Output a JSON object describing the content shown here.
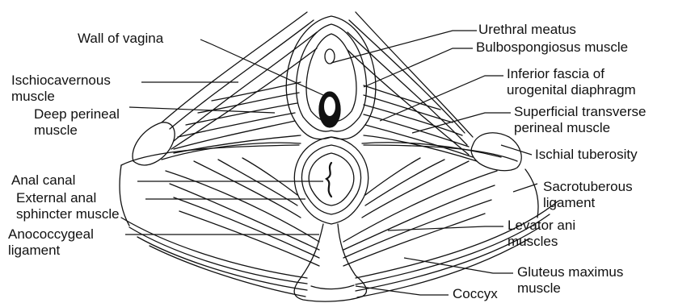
{
  "labels": {
    "wall_of_vagina": "Wall of vagina",
    "ischiocavernous": [
      "Ischiocavernous",
      "muscle"
    ],
    "deep_perineal": [
      "Deep perineal",
      "muscle"
    ],
    "anal_canal": "Anal canal",
    "external_anal": [
      "External anal",
      "sphincter muscle"
    ],
    "anococcygeal": [
      "Anococcygeal",
      "ligament"
    ],
    "urethral_meatus": "Urethral meatus",
    "bulbospongiosus": "Bulbospongiosus muscle",
    "inferior_fascia": [
      "Inferior fascia of",
      "urogenital diaphragm"
    ],
    "superficial_transverse": [
      "Superficial transverse",
      "perineal muscle"
    ],
    "ischial_tuberosity": "Ischial tuberosity",
    "sacrotuberous": [
      "Sacrotuberous",
      "ligament"
    ],
    "levator_ani": [
      "Levator ani",
      "muscles"
    ],
    "gluteus": [
      "Gluteus maximus",
      "muscle"
    ],
    "coccyx": "Coccyx"
  },
  "colors": {
    "ink": "#111111",
    "background": "#ffffff"
  }
}
